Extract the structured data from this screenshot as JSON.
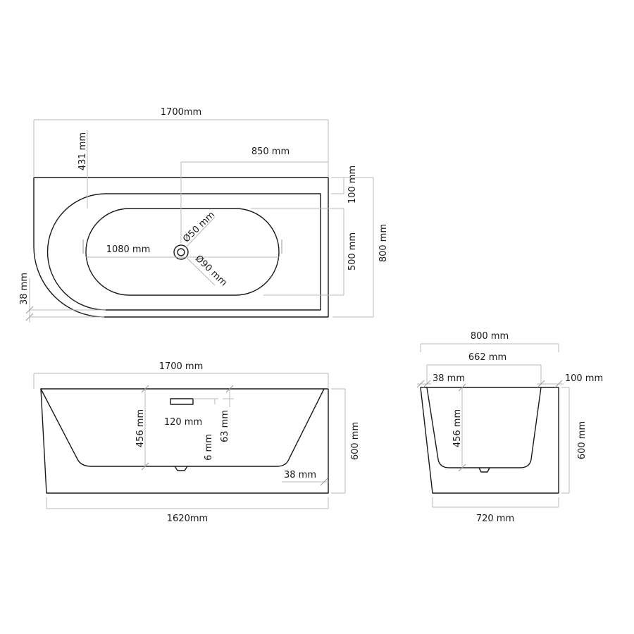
{
  "top_view": {
    "overall_length": "1700mm",
    "drain_offset": "850 mm",
    "wall_offset": "431 mm",
    "rim_back": "100 mm",
    "inner_width": "500 mm",
    "overall_width": "800 mm",
    "inner_length": "1080 mm",
    "overflow_diameter": "Ø50 mm",
    "drain_diameter": "Ø90 mm",
    "rim_side": "38 mm"
  },
  "front_view": {
    "top_length": "1700 mm",
    "inner_depth": "456 mm",
    "overflow_width": "120 mm",
    "overflow_gap": "6 mm",
    "overflow_height": "63 mm",
    "height": "600 mm",
    "rim": "38 mm",
    "base_length": "1620mm"
  },
  "side_view": {
    "top_width": "800 mm",
    "inner_width": "662 mm",
    "rim_left": "38 mm",
    "rim_right": "100 mm",
    "inner_depth": "456 mm",
    "height": "600 mm",
    "base_width": "720 mm"
  }
}
